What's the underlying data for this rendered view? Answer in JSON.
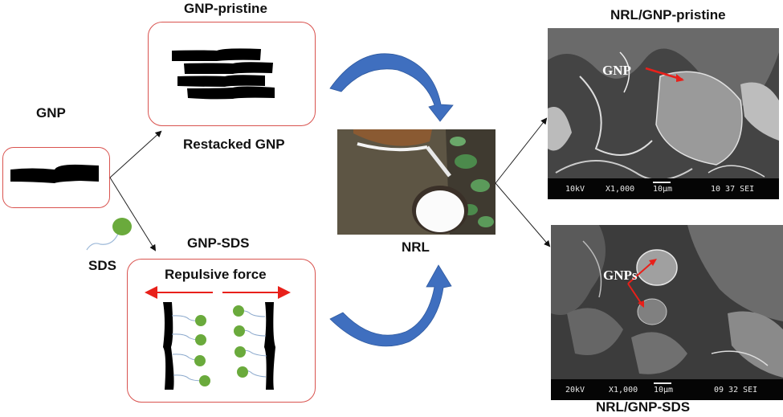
{
  "labels": {
    "gnp": "GNP",
    "gnp_pristine": "GNP-pristine",
    "restacked_gnp": "Restacked GNP",
    "sds": "SDS",
    "gnp_sds": "GNP-SDS",
    "repulsive_force": "Repulsive force",
    "nrl": "NRL",
    "nrl_gnp_pristine": "NRL/GNP-pristine",
    "nrl_gnp_sds": "NRL/GNP-SDS"
  },
  "sem_top": {
    "annotation": "GNP",
    "voltage": "10kV",
    "magnification": "X1,000",
    "scale": "10µm",
    "info": "10 37 SEI"
  },
  "sem_bottom": {
    "annotation": "GNPs",
    "voltage": "20kV",
    "magnification": "X1,000",
    "scale": "10µm",
    "info": "09 32 SEI"
  },
  "colors": {
    "box_border": "#d9534f",
    "sds_head": "#6aaa3c",
    "sds_tail": "#9cb8d8",
    "curved_arrow": "#3f6fbf",
    "force_arrow": "#e8201a",
    "graphene": "#000000"
  }
}
